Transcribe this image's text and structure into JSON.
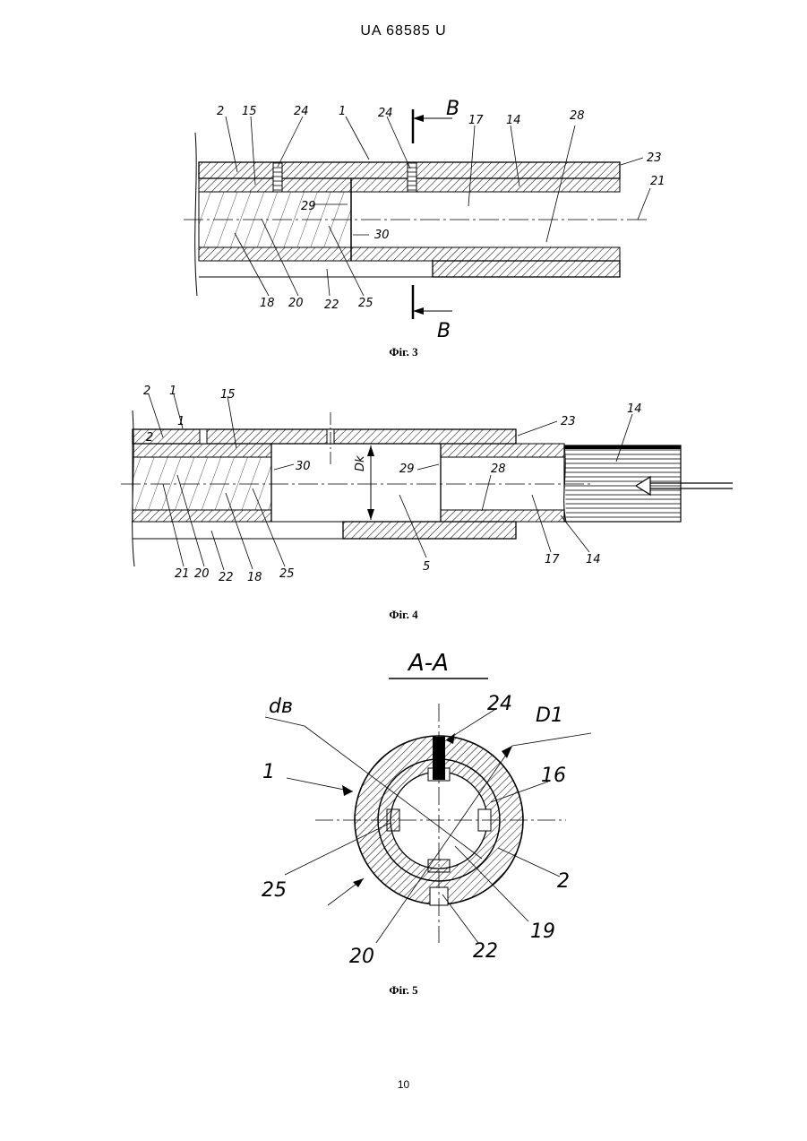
{
  "header": "UA   68585   U",
  "page_number": "10",
  "fig3": {
    "caption": "Фіг. 3",
    "section_letter": "B",
    "labels": [
      "2",
      "15",
      "24",
      "1",
      "24",
      "17",
      "14",
      "28",
      "23",
      "21",
      "29",
      "30",
      "18",
      "20",
      "22",
      "25"
    ]
  },
  "fig4": {
    "caption": "Фіг. 4",
    "dim_label": "Dk",
    "labels": [
      "2",
      "1",
      "15",
      "23",
      "14",
      "2",
      "1",
      "30",
      "29",
      "28",
      "21",
      "20",
      "18",
      "22",
      "25",
      "5",
      "17",
      "14"
    ]
  },
  "fig5": {
    "caption": "Фіг. 5",
    "section_title": "A-A",
    "dim_inner": "dв",
    "dim_outer": "D1",
    "labels": [
      "24",
      "1",
      "16",
      "25",
      "2",
      "19",
      "20",
      "22"
    ]
  }
}
